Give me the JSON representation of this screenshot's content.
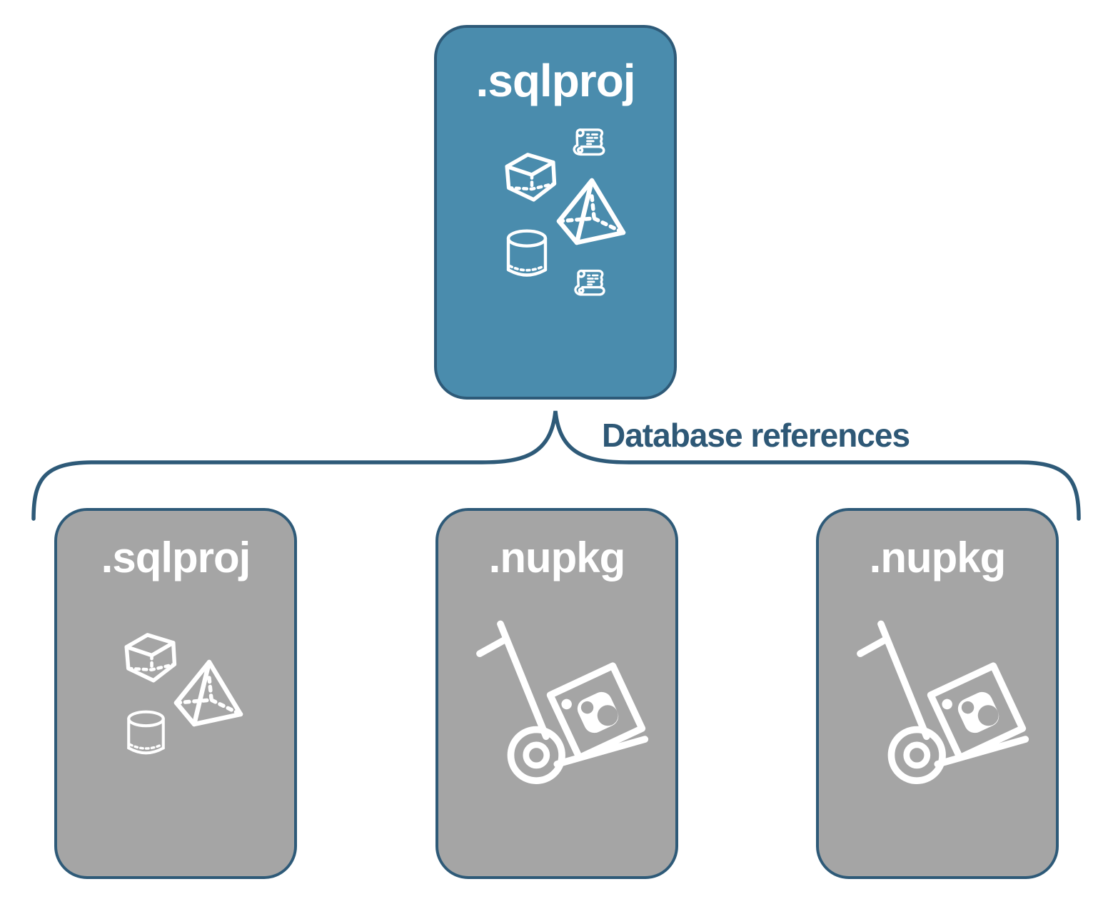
{
  "diagram": {
    "connector": {
      "type": "curly-brace",
      "label": "Database references"
    },
    "root_node": {
      "label": ".sqlproj",
      "variant": "primary",
      "icons": [
        "cube-icon",
        "scroll-icon",
        "pyramid-icon",
        "cylinder-icon",
        "scroll-icon"
      ]
    },
    "child_nodes": [
      {
        "label": ".sqlproj",
        "variant": "muted",
        "icons": [
          "cube-icon",
          "pyramid-icon",
          "cylinder-icon"
        ]
      },
      {
        "label": ".nupkg",
        "variant": "muted",
        "icons": [
          "hand-truck-package-icon"
        ]
      },
      {
        "label": ".nupkg",
        "variant": "muted",
        "icons": [
          "hand-truck-package-icon"
        ]
      }
    ],
    "colors": {
      "primary_fill": "#4a8cad",
      "muted_fill": "#a5a5a5",
      "outline": "#2e5a78",
      "label_text": "#2e5876",
      "icon": "#ffffff",
      "background": "#ffffff"
    }
  }
}
